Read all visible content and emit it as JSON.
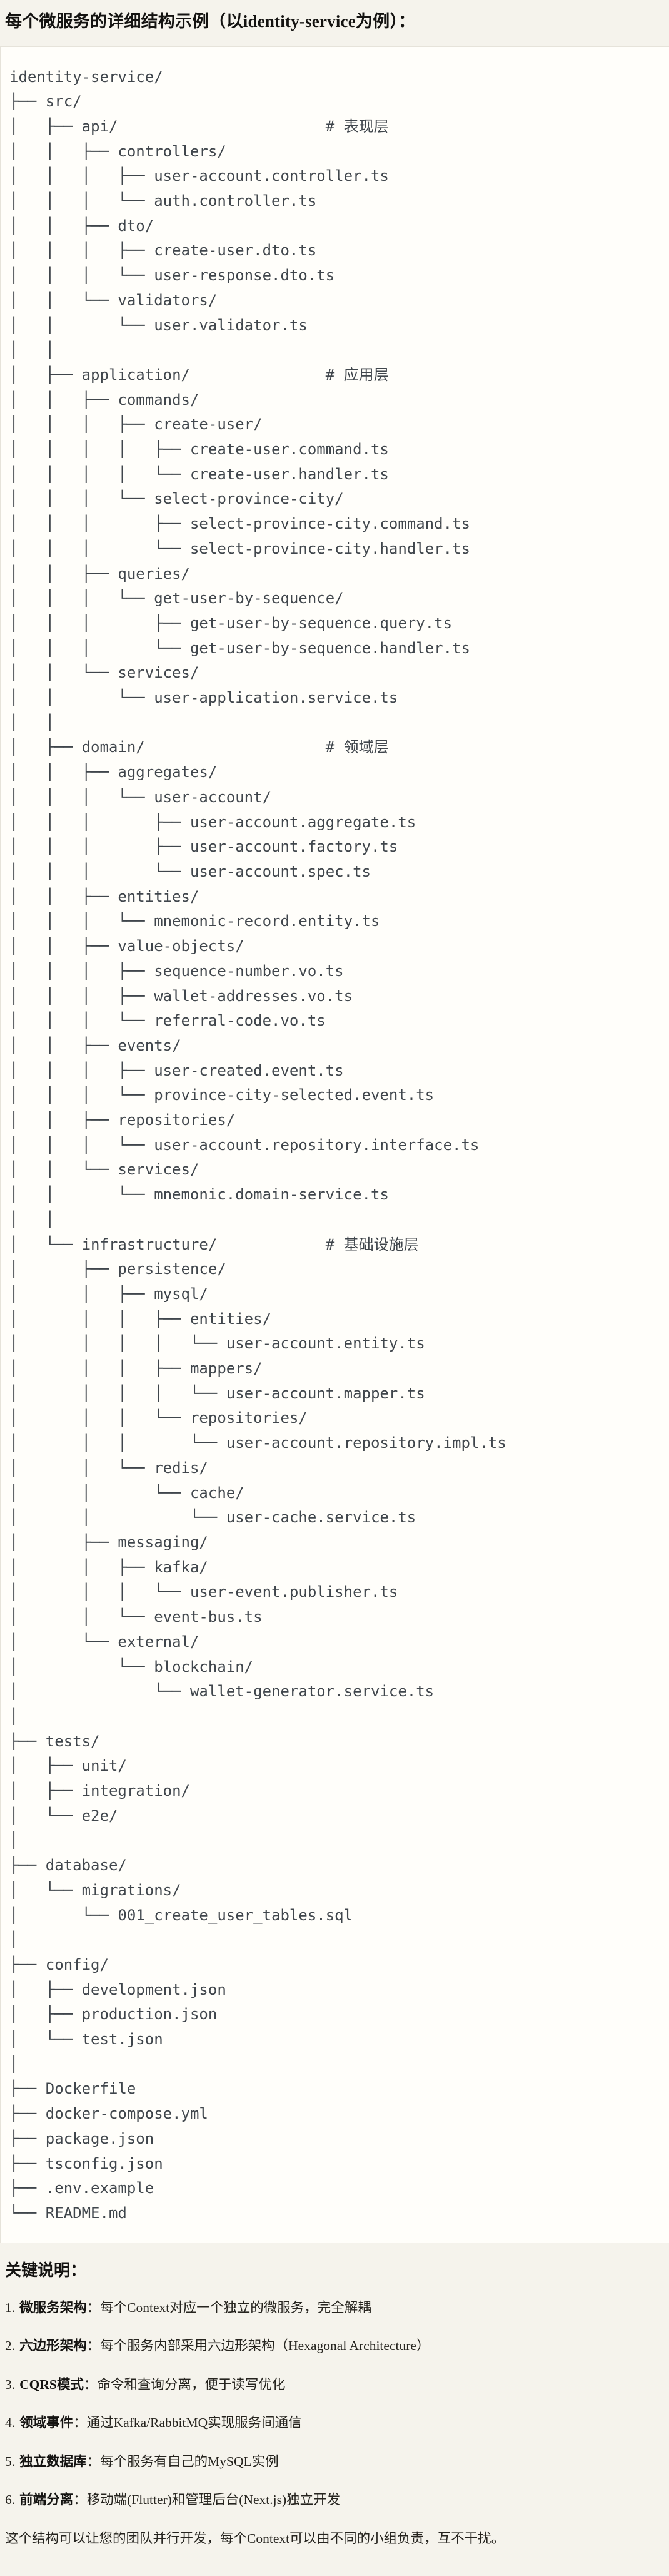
{
  "title": "每个微服务的详细结构示例（以identity-service为例）：",
  "code_block": {
    "language": "plaintext-tree",
    "lines": [
      "identity-service/",
      "├── src/",
      "│   ├── api/                       # 表现层",
      "│   │   ├── controllers/",
      "│   │   │   ├── user-account.controller.ts",
      "│   │   │   └── auth.controller.ts",
      "│   │   ├── dto/",
      "│   │   │   ├── create-user.dto.ts",
      "│   │   │   └── user-response.dto.ts",
      "│   │   └── validators/",
      "│   │       └── user.validator.ts",
      "│   │",
      "│   ├── application/               # 应用层",
      "│   │   ├── commands/",
      "│   │   │   ├── create-user/",
      "│   │   │   │   ├── create-user.command.ts",
      "│   │   │   │   └── create-user.handler.ts",
      "│   │   │   └── select-province-city/",
      "│   │   │       ├── select-province-city.command.ts",
      "│   │   │       └── select-province-city.handler.ts",
      "│   │   ├── queries/",
      "│   │   │   └── get-user-by-sequence/",
      "│   │   │       ├── get-user-by-sequence.query.ts",
      "│   │   │       └── get-user-by-sequence.handler.ts",
      "│   │   └── services/",
      "│   │       └── user-application.service.ts",
      "│   │",
      "│   ├── domain/                    # 领域层",
      "│   │   ├── aggregates/",
      "│   │   │   └── user-account/",
      "│   │   │       ├── user-account.aggregate.ts",
      "│   │   │       ├── user-account.factory.ts",
      "│   │   │       └── user-account.spec.ts",
      "│   │   ├── entities/",
      "│   │   │   └── mnemonic-record.entity.ts",
      "│   │   ├── value-objects/",
      "│   │   │   ├── sequence-number.vo.ts",
      "│   │   │   ├── wallet-addresses.vo.ts",
      "│   │   │   └── referral-code.vo.ts",
      "│   │   ├── events/",
      "│   │   │   ├── user-created.event.ts",
      "│   │   │   └── province-city-selected.event.ts",
      "│   │   ├── repositories/",
      "│   │   │   └── user-account.repository.interface.ts",
      "│   │   └── services/",
      "│   │       └── mnemonic.domain-service.ts",
      "│   │",
      "│   └── infrastructure/            # 基础设施层",
      "│       ├── persistence/",
      "│       │   ├── mysql/",
      "│       │   │   ├── entities/",
      "│       │   │   │   └── user-account.entity.ts",
      "│       │   │   ├── mappers/",
      "│       │   │   │   └── user-account.mapper.ts",
      "│       │   │   └── repositories/",
      "│       │   │       └── user-account.repository.impl.ts",
      "│       │   └── redis/",
      "│       │       └── cache/",
      "│       │           └── user-cache.service.ts",
      "│       ├── messaging/",
      "│       │   ├── kafka/",
      "│       │   │   └── user-event.publisher.ts",
      "│       │   └── event-bus.ts",
      "│       └── external/",
      "│           └── blockchain/",
      "│               └── wallet-generator.service.ts",
      "│",
      "├── tests/",
      "│   ├── unit/",
      "│   ├── integration/",
      "│   └── e2e/",
      "│",
      "├── database/",
      "│   └── migrations/",
      "│       └── 001_create_user_tables.sql",
      "│",
      "├── config/",
      "│   ├── development.json",
      "│   ├── production.json",
      "│   └── test.json",
      "│",
      "├── Dockerfile",
      "├── docker-compose.yml",
      "├── package.json",
      "├── tsconfig.json",
      "├── .env.example",
      "└── README.md"
    ]
  },
  "notes": {
    "heading": "关键说明：",
    "items": [
      {
        "num": "1.",
        "term": "微服务架构",
        "sep": "：",
        "desc": "每个Context对应一个独立的微服务，完全解耦"
      },
      {
        "num": "2.",
        "term": "六边形架构",
        "sep": "：",
        "desc": "每个服务内部采用六边形架构（Hexagonal Architecture）"
      },
      {
        "num": "3.",
        "term": "CQRS模式",
        "sep": "：",
        "desc": "命令和查询分离，便于读写优化"
      },
      {
        "num": "4.",
        "term": "领域事件",
        "sep": "：",
        "desc": "通过Kafka/RabbitMQ实现服务间通信"
      },
      {
        "num": "5.",
        "term": "独立数据库",
        "sep": "：",
        "desc": "每个服务有自己的MySQL实例"
      },
      {
        "num": "6.",
        "term": "前端分离",
        "sep": "：",
        "desc": "移动端(Flutter)和管理后台(Next.js)独立开发"
      }
    ],
    "footer": "这个结构可以让您的团队并行开发，每个Context可以由不同的小组负责，互不干扰。"
  },
  "colors": {
    "page_background": "#F5F3EC",
    "code_background": "#FFFEFA",
    "code_border": "#E6E3DA",
    "tree_text": "#40464C",
    "body_text": "#211F1C"
  }
}
